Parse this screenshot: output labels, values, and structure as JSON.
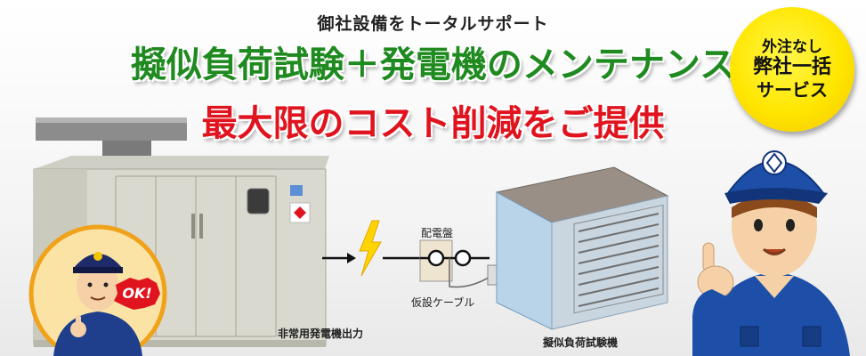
{
  "banner": {
    "subtitle": "御社設備をトータルサポート",
    "title_main": "擬似負荷試験＋発電機のメンテナンス",
    "title_sub": "最大限のコスト削減をご提供"
  },
  "badge": {
    "line1": "外注なし",
    "line2": "弊社一括",
    "line3": "サービス"
  },
  "diagram": {
    "generator_label": "非常用発電機出力",
    "panel_label": "配電盤",
    "cable_label": "仮設ケーブル",
    "load_tester_label": "擬似負荷試験機"
  },
  "ok_bubble": "OK!",
  "colors": {
    "title_green": "#1f8a1f",
    "title_red": "#e0141e",
    "badge_yellow": "#ffe600",
    "uniform_blue": "#1d4fa8"
  }
}
